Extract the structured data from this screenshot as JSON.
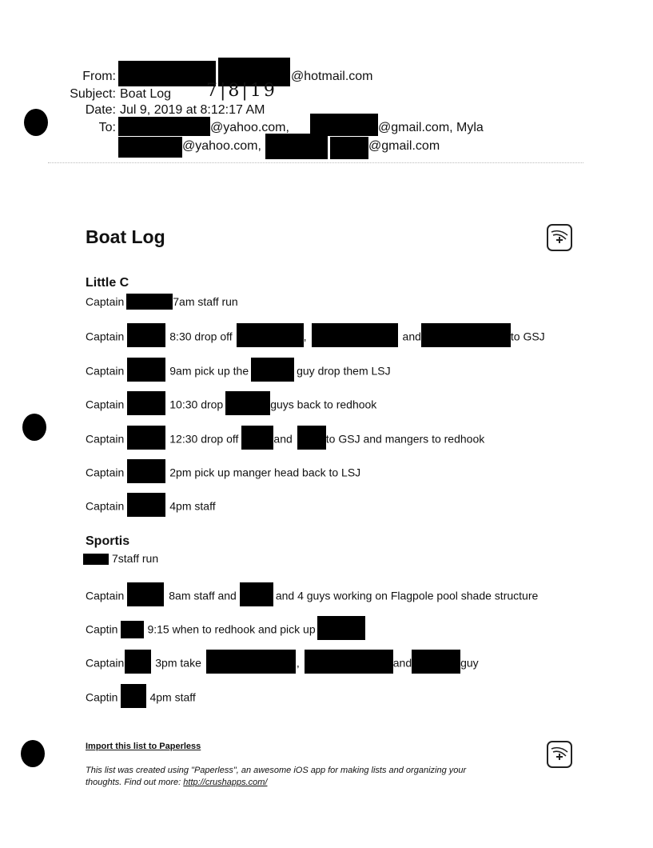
{
  "header": {
    "from_label": "From:",
    "from_value": "@hotmail.com",
    "subject_label": "Subject:",
    "subject_value": "Boat Log",
    "handwritten_date": "7|8|19",
    "date_label": "Date:",
    "date_value": "Jul 9, 2019 at 8:12:17 AM",
    "to_label": "To:",
    "to_1": "@yahoo.com,",
    "to_2": "@gmail.com, Myla",
    "to_3": "@yahoo.com,",
    "to_4": "@gmail.com"
  },
  "title": "Boat Log",
  "sections": [
    {
      "heading": "Little C",
      "lines": [
        [
          "Captain",
          "7am staff run"
        ],
        [
          "Captain",
          "8:30 drop off",
          ",",
          "and",
          "to GSJ"
        ],
        [
          "Captain",
          "9am pick up the",
          "guy drop them LSJ"
        ],
        [
          "Captain",
          "10:30 drop",
          "guys back to redhook"
        ],
        [
          "Captain",
          "12:30 drop off",
          "and",
          "to GSJ and mangers to redhook"
        ],
        [
          "Captain",
          "2pm pick up manger head back to LSJ"
        ],
        [
          "Captain",
          "4pm staff"
        ]
      ]
    },
    {
      "heading": "Sportis",
      "lines": [
        [
          "7staff run"
        ],
        [
          "Captain",
          "8am staff and",
          "and 4 guys working on Flagpole pool shade structure"
        ],
        [
          "Captin",
          "9:15 when to redhook and pick up"
        ],
        [
          "Captain",
          "3pm take",
          ",",
          "and",
          "guy"
        ],
        [
          "Captin",
          "4pm staff"
        ]
      ]
    }
  ],
  "footer": {
    "import_link": "Import this list to Paperless",
    "note_line1": "This list was created using \"Paperless\", an awesome iOS app for making lists and organizing your",
    "note_line2_prefix": "thoughts. Find out more: ",
    "note_link": "http://crushapps.com/"
  },
  "icons": [
    "paperless-app-icon"
  ]
}
